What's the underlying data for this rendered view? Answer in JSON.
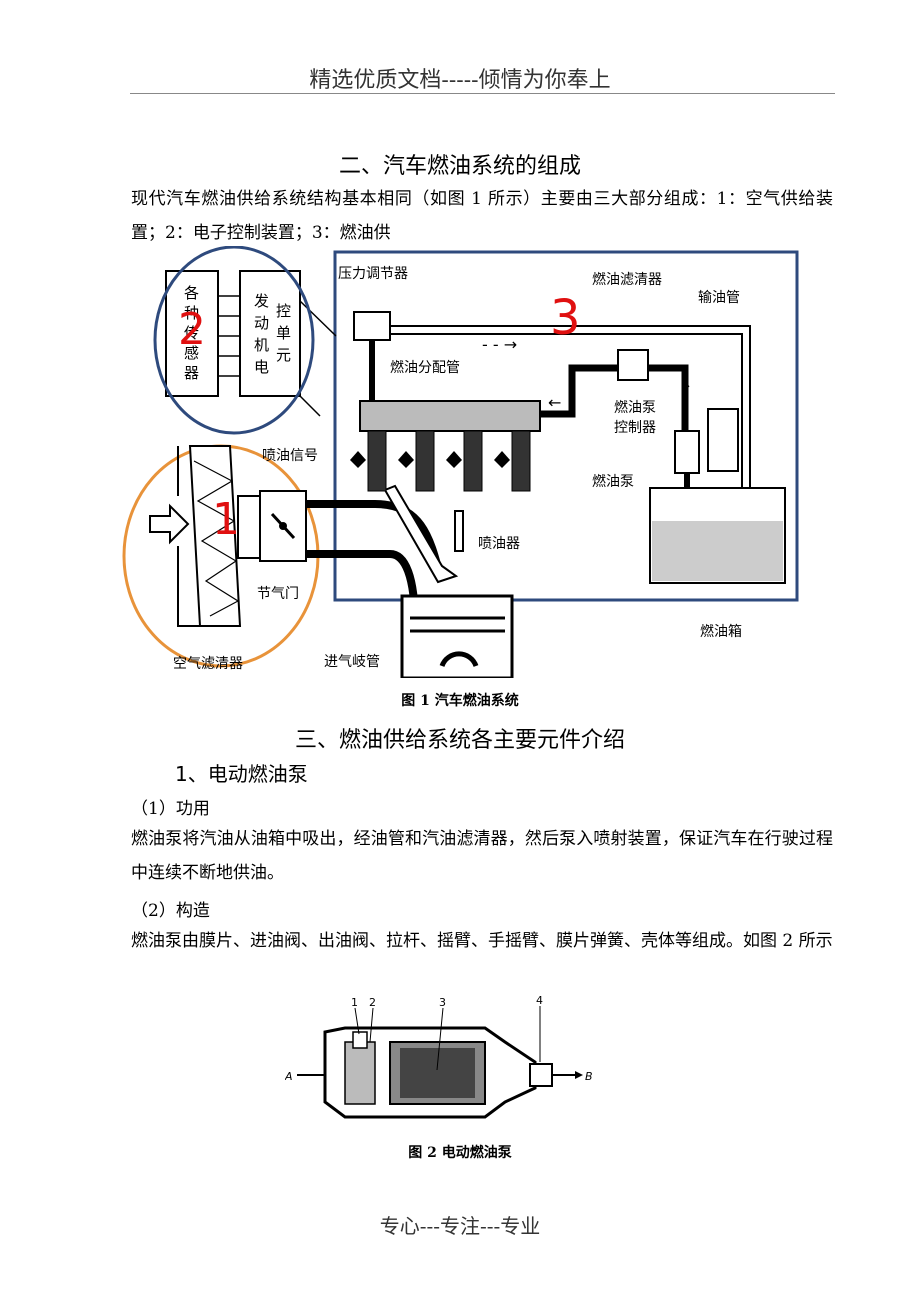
{
  "header": {
    "text": "精选优质文档-----倾情为你奉上"
  },
  "section2": {
    "title": "二、汽车燃油系统的组成",
    "para": "现代汽车燃油供给系统结构基本相同（如图 1 所示）主要由三大部分组成：1：空气供给装置；2：电子控制装置；3：燃油供"
  },
  "figure1": {
    "caption": "图 1 汽车燃油系统",
    "labels": {
      "sensors": [
        "各",
        "种",
        "传",
        "感",
        "器"
      ],
      "ecu_col1": [
        "发",
        "动",
        "机",
        "电"
      ],
      "ecu_col2": [
        "控",
        "单",
        "元"
      ],
      "pressure_regulator": "压力调节器",
      "fuel_filter": "燃油滤清器",
      "delivery_pipe": "输油管",
      "fuel_rail": "燃油分配管",
      "pump_controller_1": "燃油泵",
      "pump_controller_2": "控制器",
      "fuel_pump": "燃油泵",
      "injection_signal": "喷油信号",
      "injector": "喷油器",
      "throttle": "节气门",
      "air_filter": "空气滤清器",
      "intake_manifold": "进气岐管",
      "fuel_tank": "燃油箱",
      "num1": "1",
      "num2": "2",
      "num3": "3"
    },
    "colors": {
      "circle_blue": "#2e4a7d",
      "circle_orange": "#e8933a",
      "rect_blue": "#2e4a7d",
      "number_red": "#e01010"
    }
  },
  "section3": {
    "title": "三、燃油供给系统各主要元件介绍",
    "sub1": "1、电动燃油泵",
    "func_label": "（1）功用",
    "func_para": "燃油泵将汽油从油箱中吸出，经油管和汽油滤清器，然后泵入喷射装置，保证汽车在行驶过程中连续不断地供油。",
    "struct_label": "（2）构造",
    "struct_para": "燃油泵由膜片、进油阀、出油阀、拉杆、摇臂、手摇臂、膜片弹簧、壳体等组成。如图 2 所示"
  },
  "figure2": {
    "caption": "图 2 电动燃油泵",
    "labels": {
      "n1": "1",
      "n2": "2",
      "n3": "3",
      "n4": "4",
      "A": "A",
      "B": "B"
    }
  },
  "footer": {
    "text": "专心---专注---专业"
  }
}
